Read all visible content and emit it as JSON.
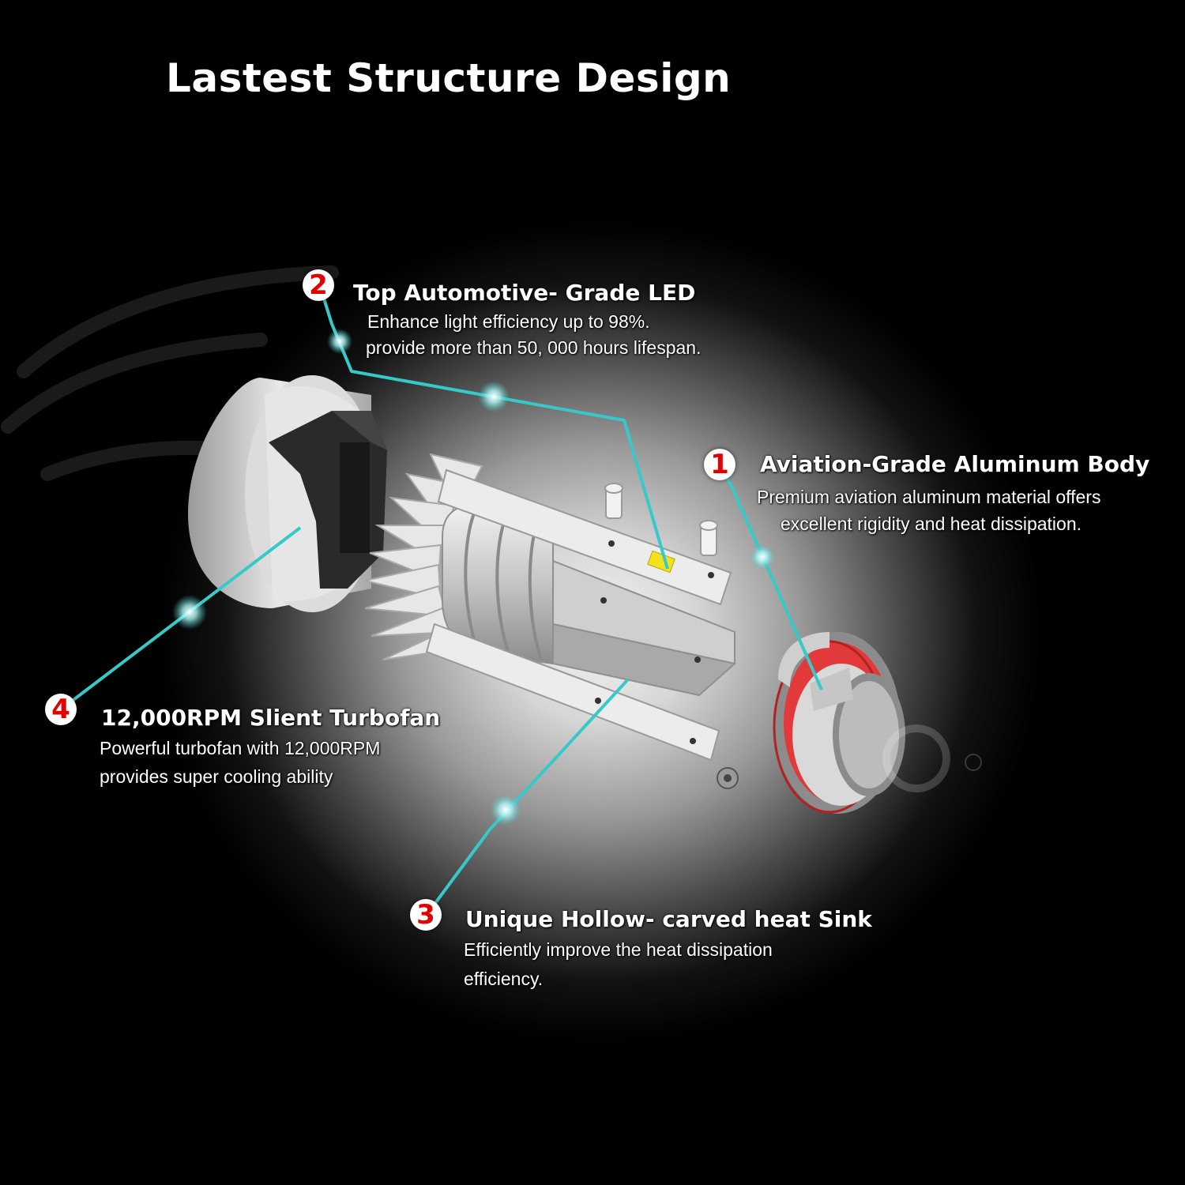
{
  "title": "Lastest Structure Design",
  "colors": {
    "badge_number": "#e30000",
    "callout_line": "#37c9c9",
    "ring": "#e23a3a",
    "led_chip": "#f2e21e"
  },
  "features": [
    {
      "number": "1",
      "title": "Aviation-Grade Aluminum Body",
      "lines": [
        "Premium aviation aluminum material offers",
        "excellent rigidity and heat dissipation."
      ]
    },
    {
      "number": "2",
      "title": "Top Automotive- Grade LED",
      "lines": [
        "Enhance light efficiency up to 98%.",
        "provide more than 50, 000 hours lifespan."
      ]
    },
    {
      "number": "3",
      "title": "Unique Hollow- carved heat Sink",
      "lines": [
        "Efficiently improve the heat dissipation",
        "efficiency."
      ]
    },
    {
      "number": "4",
      "title": "12,000RPM Slient Turbofan",
      "lines": [
        "Powerful turbofan with 12,000RPM",
        "provides super cooling ability"
      ]
    }
  ]
}
